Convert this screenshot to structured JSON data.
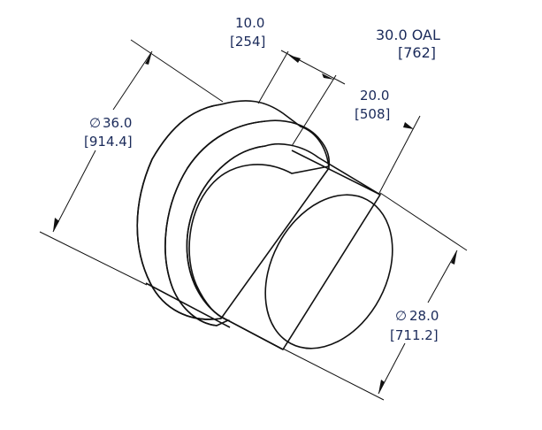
{
  "drawing": {
    "title": "Stepped cylindrical bushing isometric dimensioned view",
    "colors": {
      "background": "#ffffff",
      "dimension_text": "#1a2a5a",
      "lines": "#111111",
      "body_light": "#9a9eae",
      "body_mid": "#7e8294",
      "body_dark": "#6a6d7c",
      "end_face": "#6c6f7e"
    }
  },
  "dimensions": {
    "flange_length": {
      "value": "10.0",
      "alt": "[254]"
    },
    "shaft_length": {
      "value": "20.0",
      "alt": "[508]"
    },
    "overall_length": {
      "value": "30.0 OAL",
      "alt": "[762]"
    },
    "flange_diameter": {
      "symbol": "∅",
      "value": "36.0",
      "alt": "[914.4]"
    },
    "shaft_diameter": {
      "symbol": "∅",
      "value": "28.0",
      "alt": "[711.2]"
    }
  }
}
